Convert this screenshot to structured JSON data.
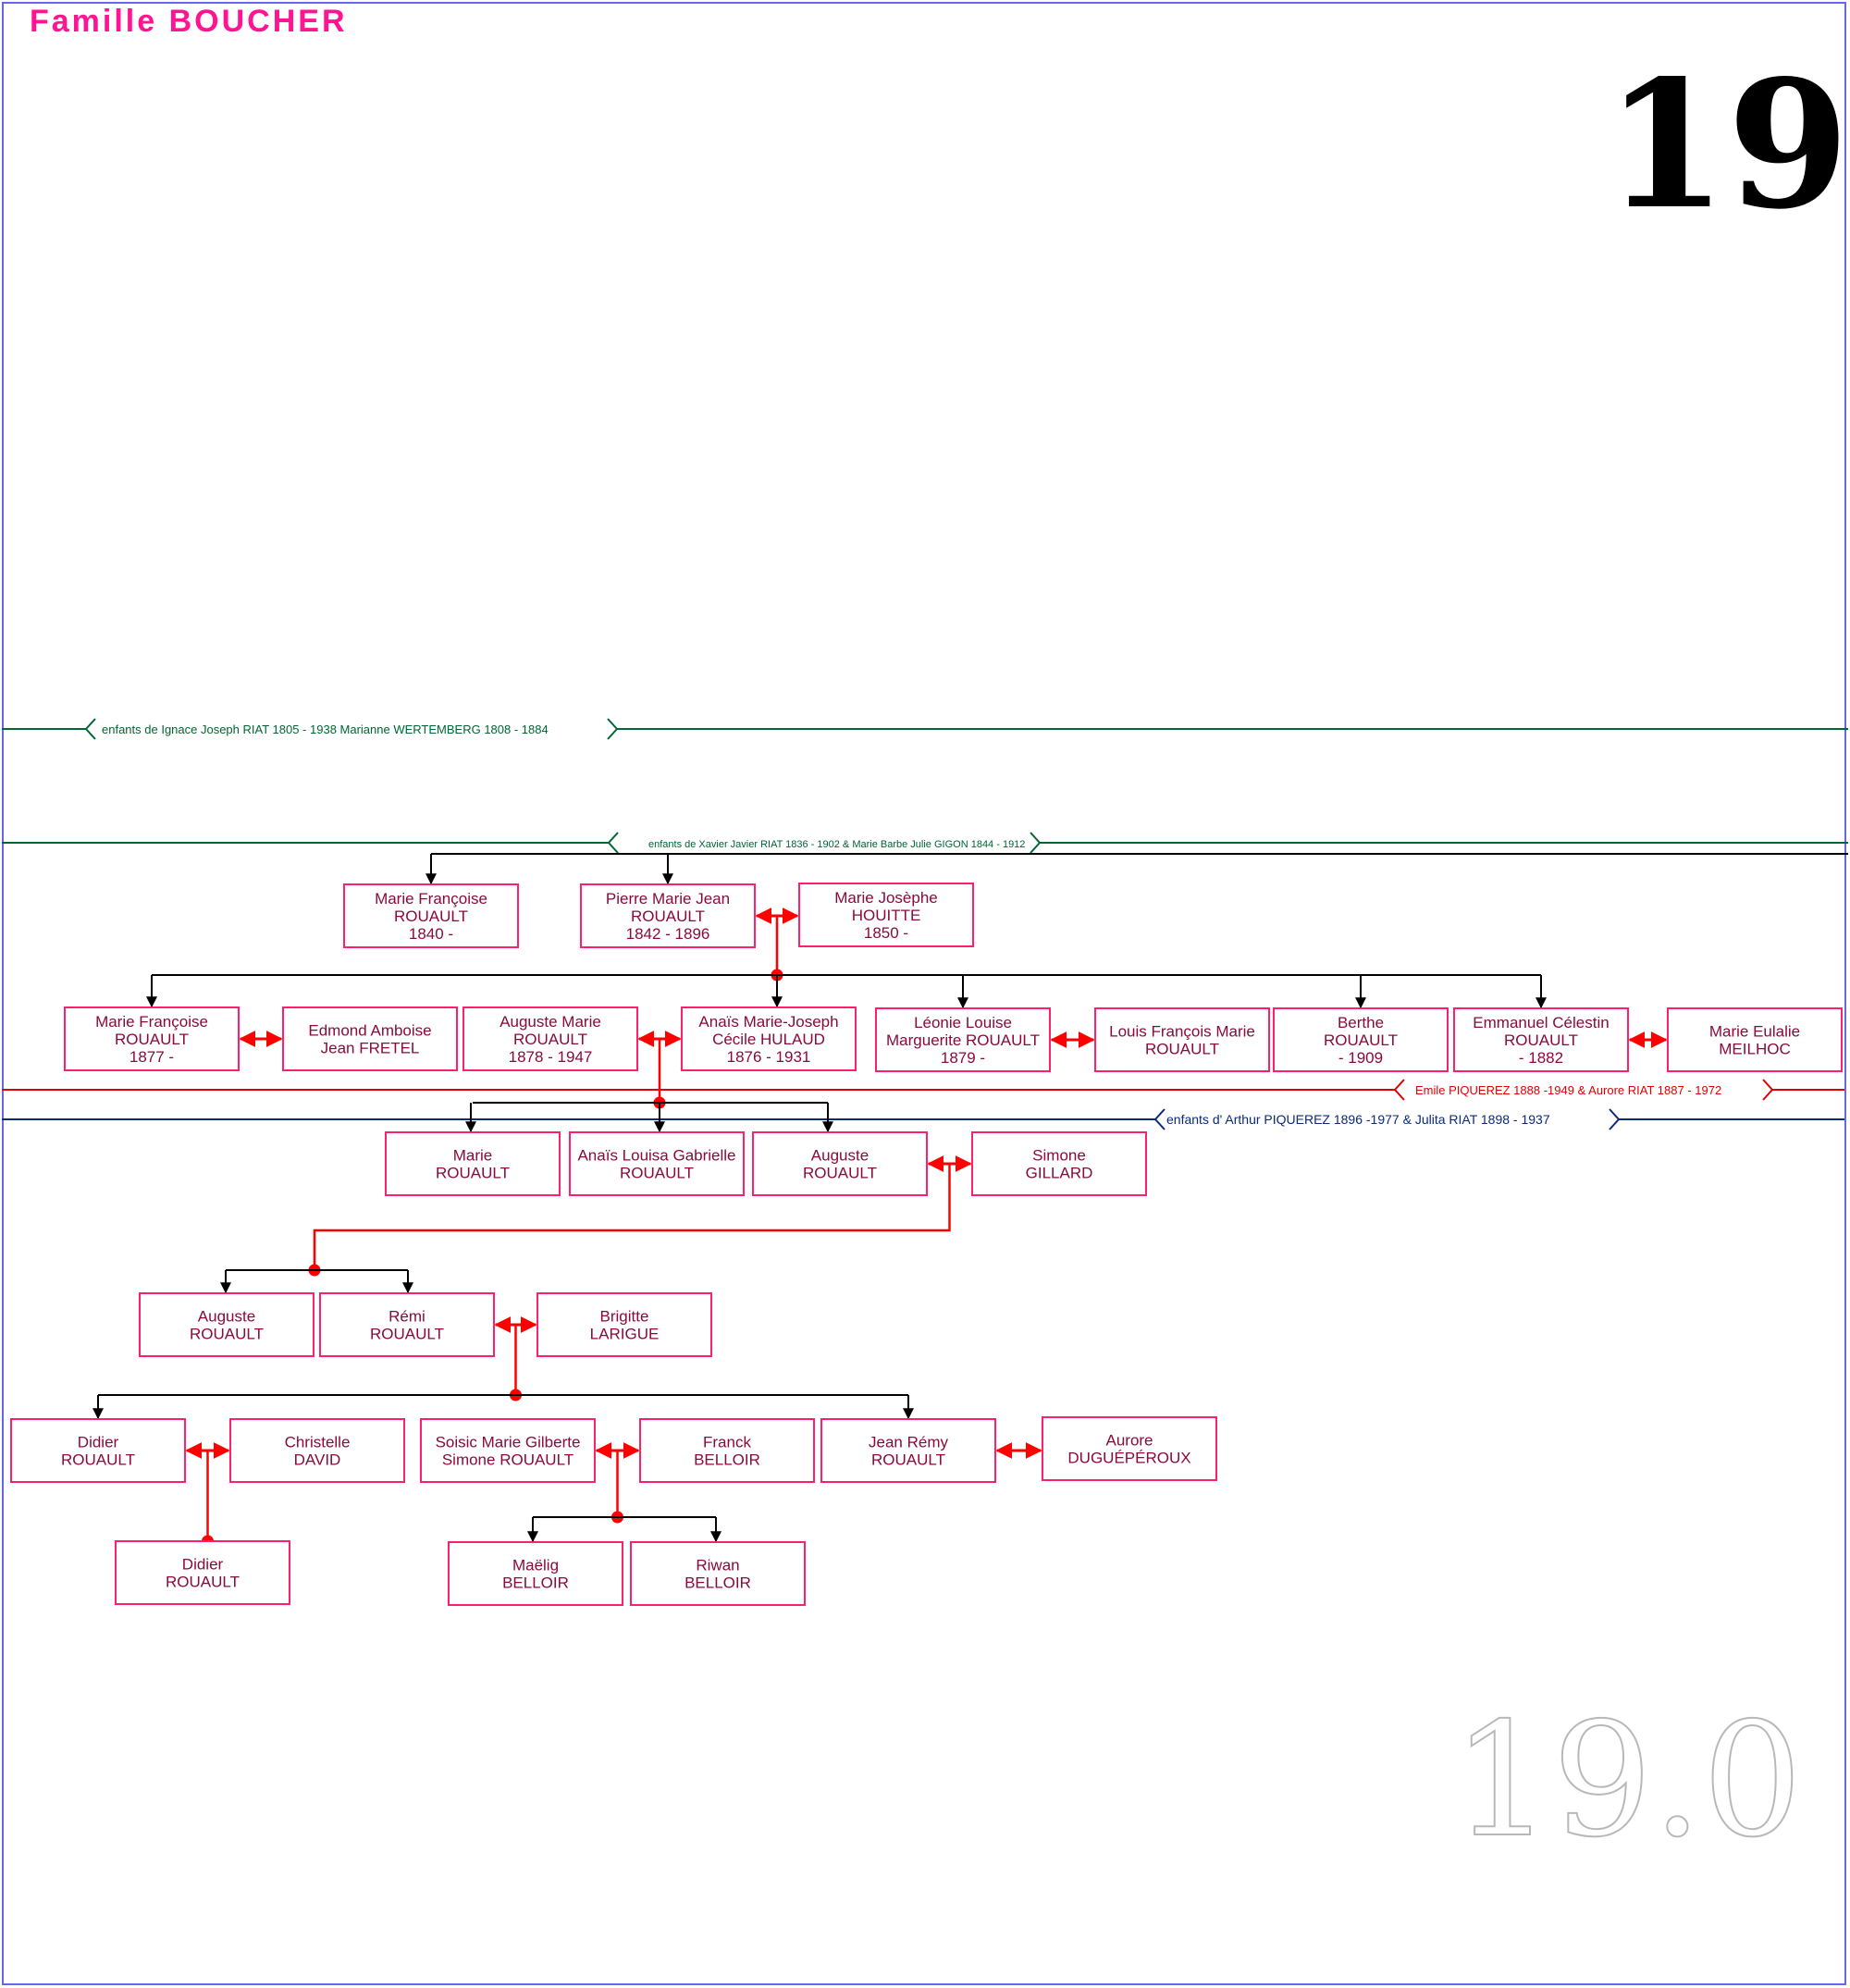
{
  "title": "Famille BOUCHER",
  "page_number": "19",
  "page_subnumber": "19.0",
  "colors": {
    "title": "#ff1493",
    "box_border": "#ff1f6a",
    "box_text": "#8b0a3c",
    "marriage": "#ff0000",
    "descent": "#000000",
    "banner_green": "#006633",
    "banner_red": "#e00000",
    "banner_blue": "#0a2a7a"
  },
  "banners": [
    {
      "id": "riat-ignace",
      "text": "enfants de Ignace Joseph RIAT 1805 - 1938  Marianne WERTEMBERG 1808 - 1884",
      "color": "#006633"
    },
    {
      "id": "riat-xavier",
      "text": "enfants de Xavier Javier RIAT 1836 - 1902 & Marie Barbe Julie GIGON 1844 - 1912",
      "color": "#006633"
    },
    {
      "id": "piquerez-emile",
      "text": "Emile PIQUEREZ 1888 -1949 & Aurore RIAT 1887 - 1972",
      "color": "#e00000"
    },
    {
      "id": "piquerez-arthur",
      "text": "enfants d' Arthur PIQUEREZ 1896 -1977 & Julita RIAT 1898 - 1937",
      "color": "#0a2a7a"
    }
  ],
  "persons": [
    {
      "id": "p1",
      "lines": [
        "Marie Françoise",
        "ROUAULT",
        "1840 -"
      ]
    },
    {
      "id": "p2",
      "lines": [
        "Pierre Marie Jean",
        "ROUAULT",
        "1842 - 1896"
      ]
    },
    {
      "id": "p3",
      "lines": [
        "Marie Josèphe",
        "HOUITTE",
        "1850 -"
      ]
    },
    {
      "id": "p4",
      "lines": [
        "Marie Françoise",
        "ROUAULT",
        "1877 -"
      ]
    },
    {
      "id": "p5",
      "lines": [
        "Edmond Amboise",
        "Jean FRETEL"
      ]
    },
    {
      "id": "p6",
      "lines": [
        "Auguste Marie",
        "ROUAULT",
        "1878 - 1947"
      ]
    },
    {
      "id": "p7",
      "lines": [
        "Anaïs Marie-Joseph",
        "Cécile HULAUD",
        "1876 - 1931"
      ]
    },
    {
      "id": "p8",
      "lines": [
        "Léonie Louise",
        "Marguerite ROUAULT",
        "1879 -"
      ]
    },
    {
      "id": "p9",
      "lines": [
        "Louis François Marie",
        "ROUAULT"
      ]
    },
    {
      "id": "p10",
      "lines": [
        "Berthe",
        "ROUAULT",
        "- 1909"
      ]
    },
    {
      "id": "p11",
      "lines": [
        "Emmanuel Célestin",
        "ROUAULT",
        "- 1882"
      ]
    },
    {
      "id": "p12",
      "lines": [
        "Marie Eulalie",
        "MEILHOC"
      ]
    },
    {
      "id": "p13",
      "lines": [
        "Marie",
        "ROUAULT"
      ]
    },
    {
      "id": "p14",
      "lines": [
        "Anaïs Louisa Gabrielle",
        "ROUAULT"
      ]
    },
    {
      "id": "p15",
      "lines": [
        "Auguste",
        "ROUAULT"
      ]
    },
    {
      "id": "p16",
      "lines": [
        "Simone",
        "GILLARD"
      ]
    },
    {
      "id": "p17",
      "lines": [
        "Auguste",
        "ROUAULT"
      ]
    },
    {
      "id": "p18",
      "lines": [
        "Rémi",
        "ROUAULT"
      ]
    },
    {
      "id": "p19",
      "lines": [
        "Brigitte",
        "LARIGUE"
      ]
    },
    {
      "id": "p20",
      "lines": [
        "Didier",
        "ROUAULT"
      ]
    },
    {
      "id": "p21",
      "lines": [
        "Christelle",
        "DAVID"
      ]
    },
    {
      "id": "p22",
      "lines": [
        "Soisic Marie Gilberte",
        "Simone ROUAULT"
      ]
    },
    {
      "id": "p23",
      "lines": [
        "Franck",
        "BELLOIR"
      ]
    },
    {
      "id": "p24",
      "lines": [
        "Jean Rémy",
        "ROUAULT"
      ]
    },
    {
      "id": "p25",
      "lines": [
        "Aurore",
        "DUGUÉPÉROUX"
      ]
    },
    {
      "id": "p26",
      "lines": [
        "Didier",
        "ROUAULT"
      ]
    },
    {
      "id": "p27",
      "lines": [
        "Maëlig",
        "BELLOIR"
      ]
    },
    {
      "id": "p28",
      "lines": [
        "Riwan",
        "BELLOIR"
      ]
    }
  ]
}
